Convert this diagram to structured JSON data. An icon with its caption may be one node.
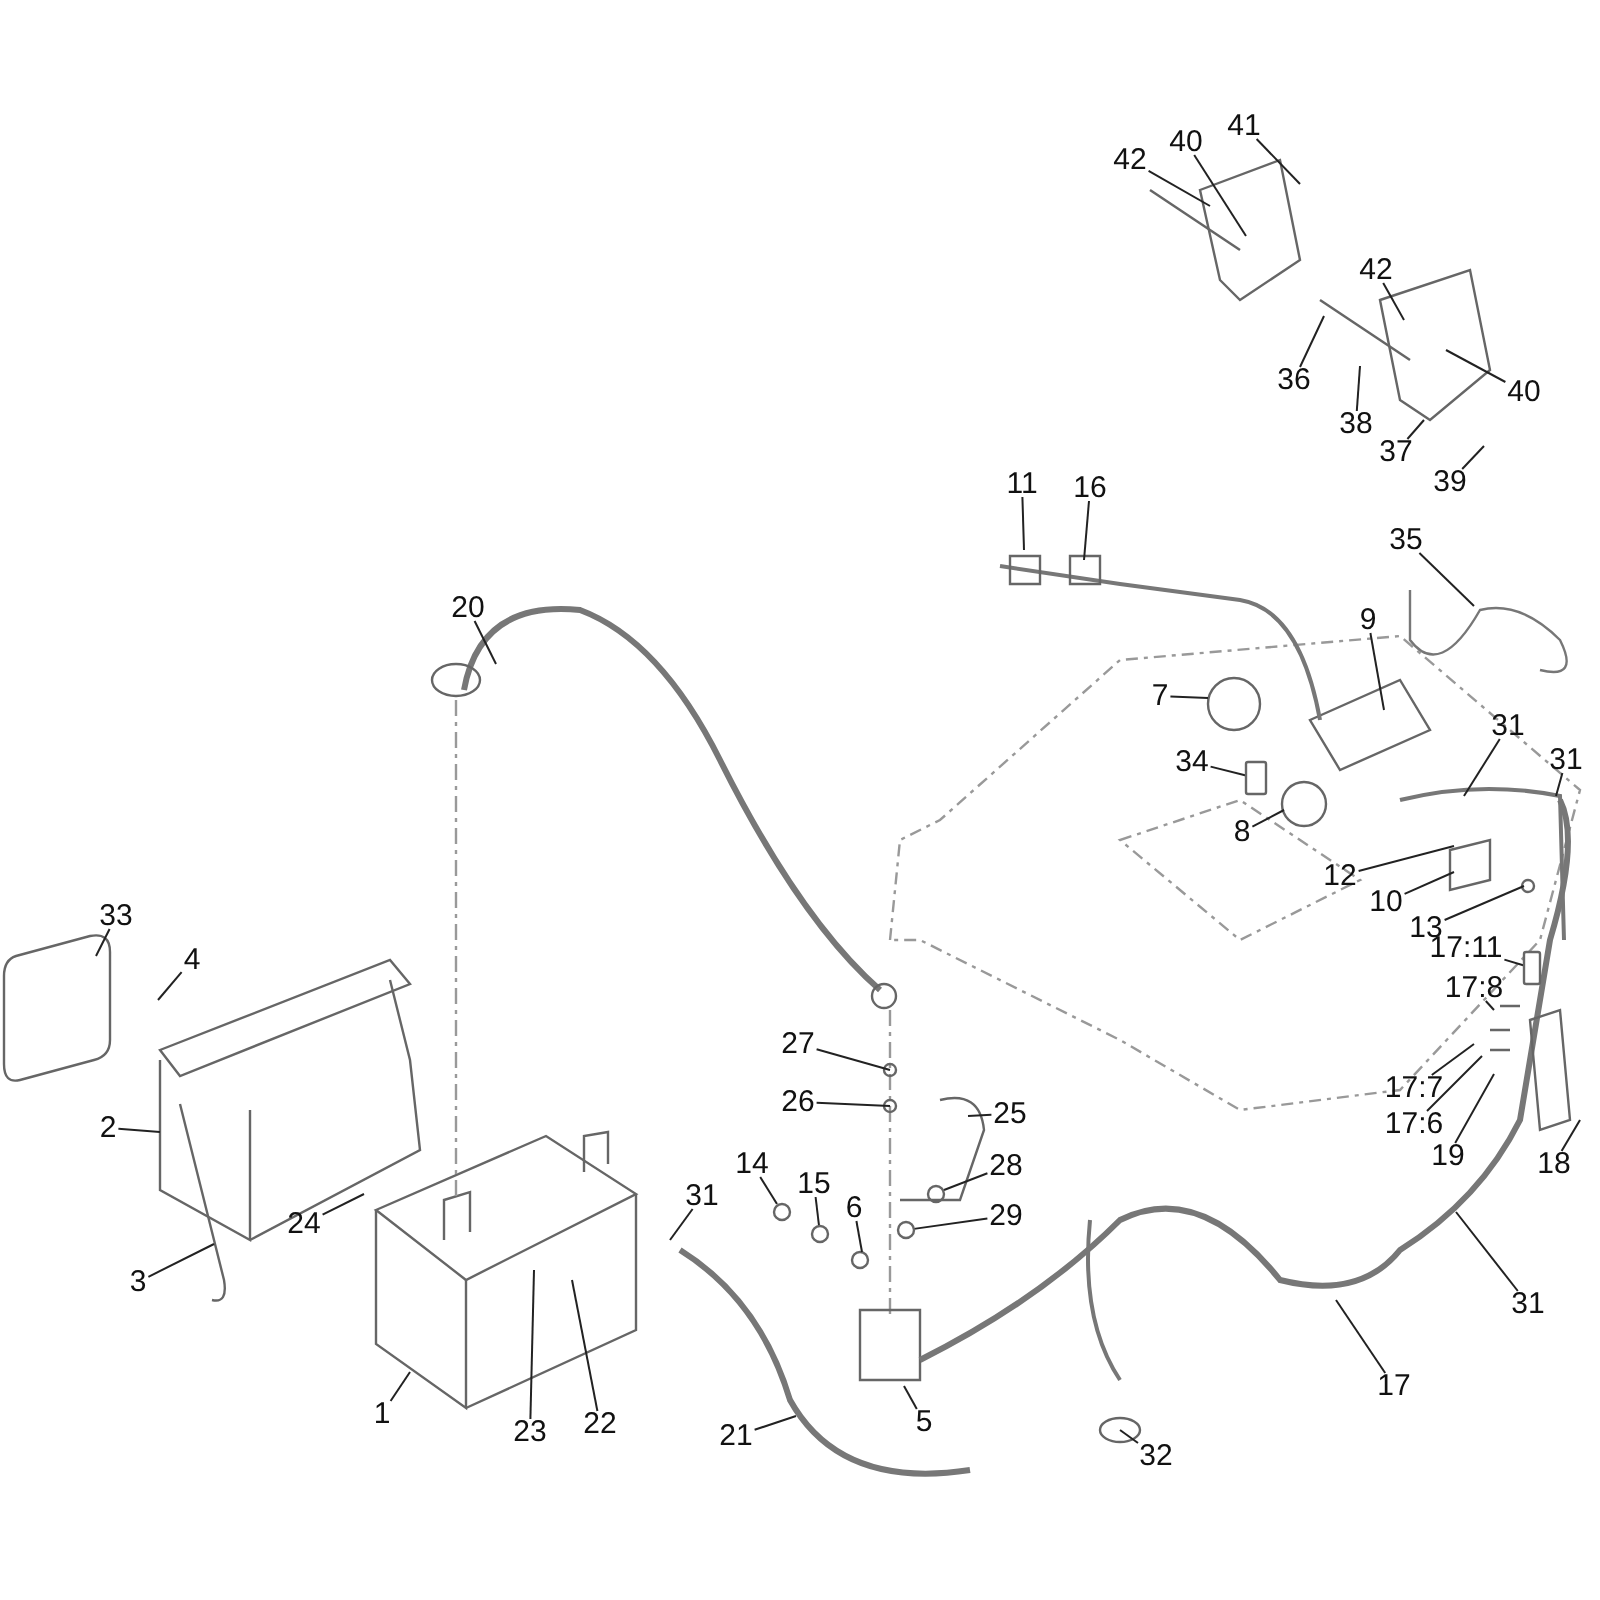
{
  "diagram": {
    "nodes": [
      {
        "text": [
          "41"
        ]
      },
      {
        "text": [
          "40"
        ]
      },
      {
        "text": [
          "42"
        ]
      },
      {
        "text": [
          "42"
        ]
      },
      {
        "text": [
          "36"
        ]
      },
      {
        "text": [
          "40"
        ]
      },
      {
        "text": [
          "38"
        ]
      },
      {
        "text": [
          "37"
        ]
      },
      {
        "text": [
          "39"
        ]
      },
      {
        "text": [
          "11"
        ]
      },
      {
        "text": [
          "16"
        ]
      },
      {
        "text": [
          "35"
        ]
      },
      {
        "text": [
          "20"
        ]
      },
      {
        "text": [
          "9"
        ]
      },
      {
        "text": [
          "7"
        ]
      },
      {
        "text": [
          "31"
        ]
      },
      {
        "text": [
          "31"
        ]
      },
      {
        "text": [
          "34"
        ]
      },
      {
        "text": [
          "8"
        ]
      },
      {
        "text": [
          "12"
        ]
      },
      {
        "text": [
          "10"
        ]
      },
      {
        "text": [
          "33"
        ]
      },
      {
        "text": [
          "13"
        ]
      },
      {
        "text": [
          "17:11"
        ]
      },
      {
        "text": [
          "4"
        ]
      },
      {
        "text": [
          "17:8"
        ]
      },
      {
        "text": [
          "27"
        ]
      },
      {
        "text": [
          "17:7"
        ]
      },
      {
        "text": [
          "26"
        ]
      },
      {
        "text": [
          "25"
        ]
      },
      {
        "text": [
          "17:6"
        ]
      },
      {
        "text": [
          "2"
        ]
      },
      {
        "text": [
          "19"
        ]
      },
      {
        "text": [
          "18"
        ]
      },
      {
        "text": [
          "28"
        ]
      },
      {
        "text": [
          "14"
        ]
      },
      {
        "text": [
          "15"
        ]
      },
      {
        "text": [
          "31"
        ]
      },
      {
        "text": [
          "29"
        ]
      },
      {
        "text": [
          "6"
        ]
      },
      {
        "text": [
          "24"
        ]
      },
      {
        "text": [
          "3"
        ]
      },
      {
        "text": [
          "31"
        ]
      },
      {
        "text": [
          "17"
        ]
      },
      {
        "text": [
          "1"
        ]
      },
      {
        "text": [
          "22"
        ]
      },
      {
        "text": [
          "5"
        ]
      },
      {
        "text": [
          "23"
        ]
      },
      {
        "text": [
          "21"
        ]
      },
      {
        "text": [
          "32"
        ]
      },
      {
        "text": [],
        "shape": "box"
      },
      {
        "text": [],
        "shape": "box"
      },
      {
        "text": [],
        "shape": "circle"
      },
      {
        "text": [],
        "shape": "circle"
      },
      {
        "text": [],
        "shape": "circle"
      }
    ],
    "edges": [
      {
        "from": 0,
        "to": null,
        "arrow": "none"
      },
      {
        "from": 1,
        "to": null,
        "arrow": "none"
      },
      {
        "from": 2,
        "to": null,
        "arrow": "none"
      },
      {
        "from": 3,
        "to": null,
        "arrow": "none"
      },
      {
        "from": 4,
        "to": null,
        "arrow": "none"
      },
      {
        "from": 5,
        "to": null,
        "arrow": "none"
      },
      {
        "from": 6,
        "to": null,
        "arrow": "none"
      },
      {
        "from": 7,
        "to": null,
        "arrow": "none"
      },
      {
        "from": 8,
        "to": null,
        "arrow": "none"
      },
      {
        "from": 9,
        "to": null,
        "arrow": "none"
      },
      {
        "from": 10,
        "to": null,
        "arrow": "none"
      },
      {
        "from": 11,
        "to": null,
        "arrow": "none"
      },
      {
        "from": 12,
        "to": null,
        "arrow": "none"
      },
      {
        "from": 13,
        "to": null,
        "arrow": "none"
      },
      {
        "from": 14,
        "to": null,
        "arrow": "none"
      },
      {
        "from": 15,
        "to": null,
        "arrow": "none"
      },
      {
        "from": 16,
        "to": null,
        "arrow": "none"
      },
      {
        "from": 17,
        "to": 50,
        "arrow": "none"
      },
      {
        "from": 18,
        "to": null,
        "arrow": "none"
      },
      {
        "from": 19,
        "to": null,
        "arrow": "none"
      },
      {
        "from": 20,
        "to": null,
        "arrow": "none"
      },
      {
        "from": 21,
        "to": null,
        "arrow": "none"
      },
      {
        "from": 22,
        "to": null,
        "arrow": "none"
      },
      {
        "from": 23,
        "to": 51,
        "arrow": "none"
      },
      {
        "from": 24,
        "to": null,
        "arrow": "none"
      },
      {
        "from": 25,
        "to": null,
        "arrow": "none"
      },
      {
        "from": 26,
        "to": null,
        "arrow": "none"
      },
      {
        "from": 27,
        "to": null,
        "arrow": "none"
      },
      {
        "from": 28,
        "to": null,
        "arrow": "none"
      },
      {
        "from": 29,
        "to": null,
        "arrow": "none"
      },
      {
        "from": 30,
        "to": null,
        "arrow": "none"
      },
      {
        "from": 31,
        "to": null,
        "arrow": "none"
      },
      {
        "from": 32,
        "to": null,
        "arrow": "none"
      },
      {
        "from": 33,
        "to": null,
        "arrow": "none"
      },
      {
        "from": 34,
        "to": null,
        "arrow": "none"
      },
      {
        "from": 35,
        "to": 52,
        "arrow": "none"
      },
      {
        "from": 36,
        "to": 53,
        "arrow": "none"
      },
      {
        "from": 37,
        "to": null,
        "arrow": "none"
      },
      {
        "from": 38,
        "to": 54,
        "arrow": "none"
      },
      {
        "from": 39,
        "to": null,
        "arrow": "none"
      },
      {
        "from": 40,
        "to": null,
        "arrow": "none"
      },
      {
        "from": 41,
        "to": null,
        "arrow": "none"
      },
      {
        "from": 42,
        "to": null,
        "arrow": "none"
      },
      {
        "from": 43,
        "to": null,
        "arrow": "none"
      },
      {
        "from": 44,
        "to": null,
        "arrow": "none"
      },
      {
        "from": 45,
        "to": null,
        "arrow": "none"
      },
      {
        "from": 46,
        "to": null,
        "arrow": "none"
      },
      {
        "from": 47,
        "to": null,
        "arrow": "none"
      },
      {
        "from": 48,
        "to": null,
        "arrow": "none"
      },
      {
        "from": 49,
        "to": null,
        "arrow": "none"
      }
    ]
  }
}
